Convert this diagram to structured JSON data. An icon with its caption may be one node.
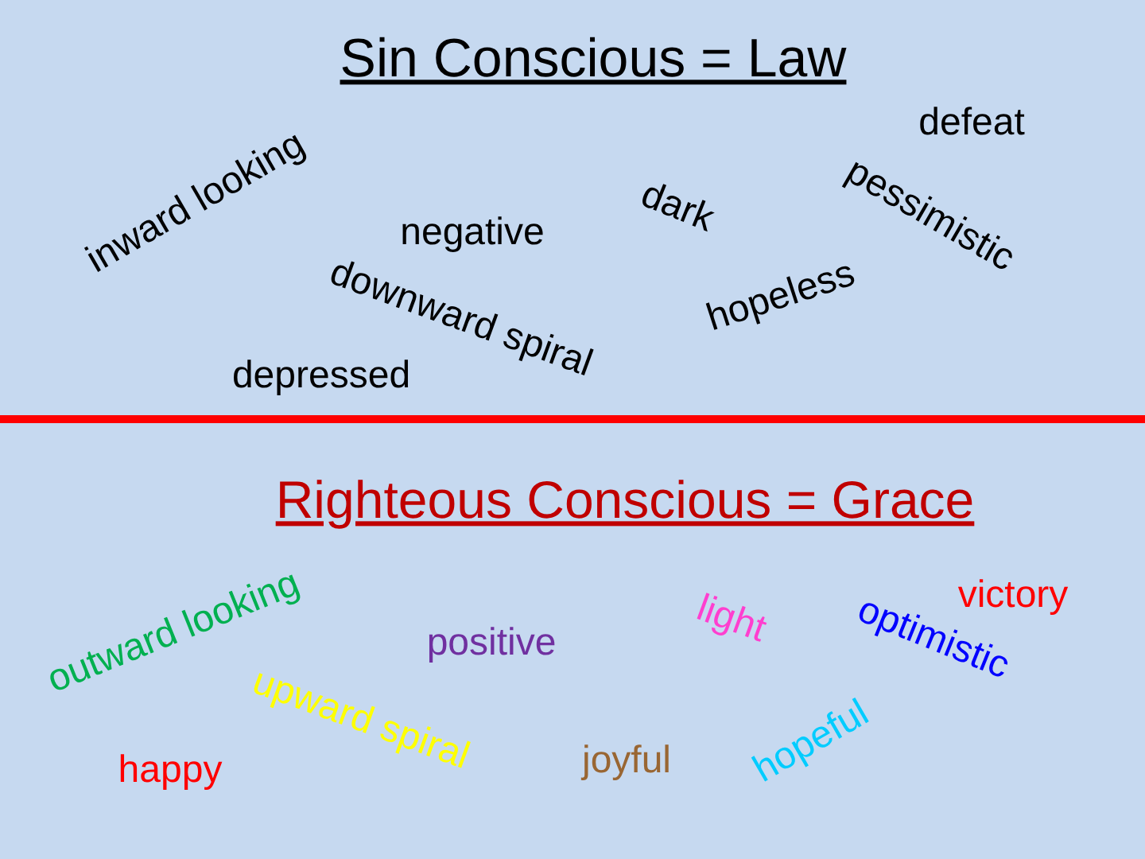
{
  "diagram": {
    "labels": [
      "Sin Conscious = Law",
      "inward looking",
      "negative",
      "dark",
      "defeat",
      "pessimistic",
      "downward spiral",
      "hopeless",
      "depressed",
      "Righteous Conscious = Grace",
      "outward looking",
      "positive",
      "light",
      "optimistic",
      "victory",
      "upward spiral",
      "joyful",
      "hopeful",
      "happy"
    ]
  }
}
